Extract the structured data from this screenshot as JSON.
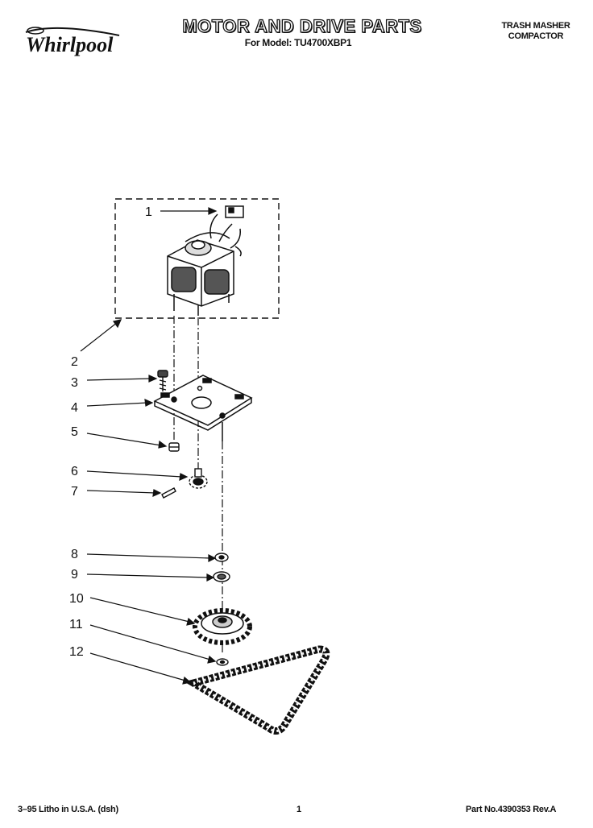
{
  "header": {
    "brand": "Whirlpool",
    "title": "MOTOR AND DRIVE PARTS",
    "subtitle": "For Model: TU4700XBP1",
    "product_line1": "TRASH MASHER",
    "product_line2": "COMPACTOR"
  },
  "callouts": [
    "1",
    "2",
    "3",
    "4",
    "5",
    "6",
    "7",
    "8",
    "9",
    "10",
    "11",
    "12"
  ],
  "footer": {
    "litho": "3–95 Litho in U.S.A. (dsh)",
    "page": "1",
    "part_no": "Part No.4390353 Rev.A"
  },
  "icons": [
    "whirlpool-logo"
  ]
}
